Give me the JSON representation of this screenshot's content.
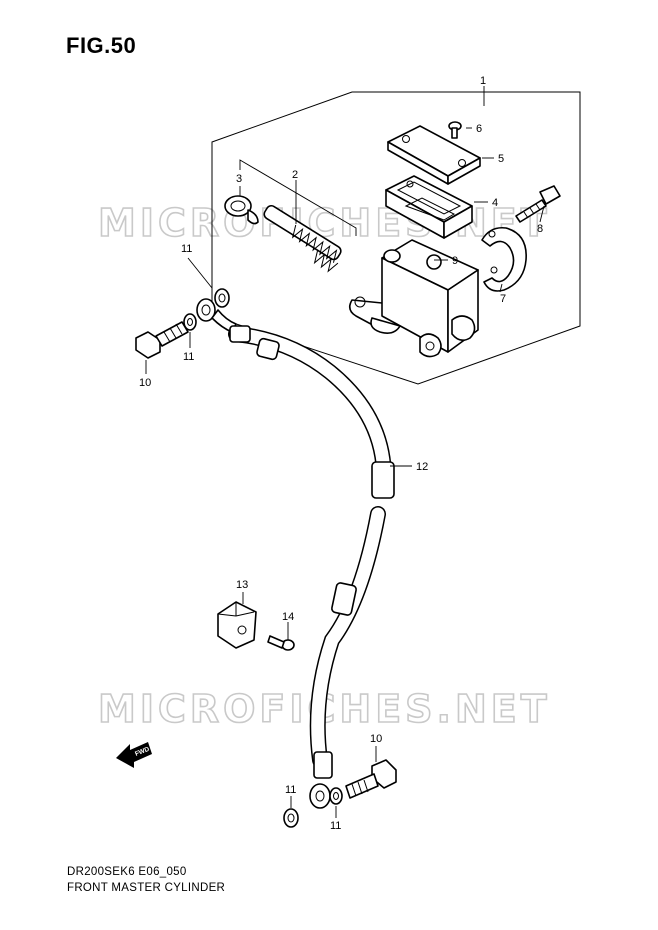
{
  "figure": {
    "title": "FIG.50"
  },
  "watermark": {
    "text": "MICROFICHES.NET"
  },
  "caption": {
    "model_code": "DR200SEK6 E06_050",
    "name": "FRONT MASTER CYLINDER"
  },
  "fwd_badge": {
    "text": "FWD"
  },
  "callouts": {
    "c1": "1",
    "c2": "2",
    "c3": "3",
    "c4": "4",
    "c5": "5",
    "c6": "6",
    "c7": "7",
    "c8": "8",
    "c9": "9",
    "c10a": "10",
    "c10b": "10",
    "c11a": "11",
    "c11b": "11",
    "c11c": "11",
    "c11d": "11",
    "c12": "12",
    "c13": "13",
    "c14": "14"
  }
}
